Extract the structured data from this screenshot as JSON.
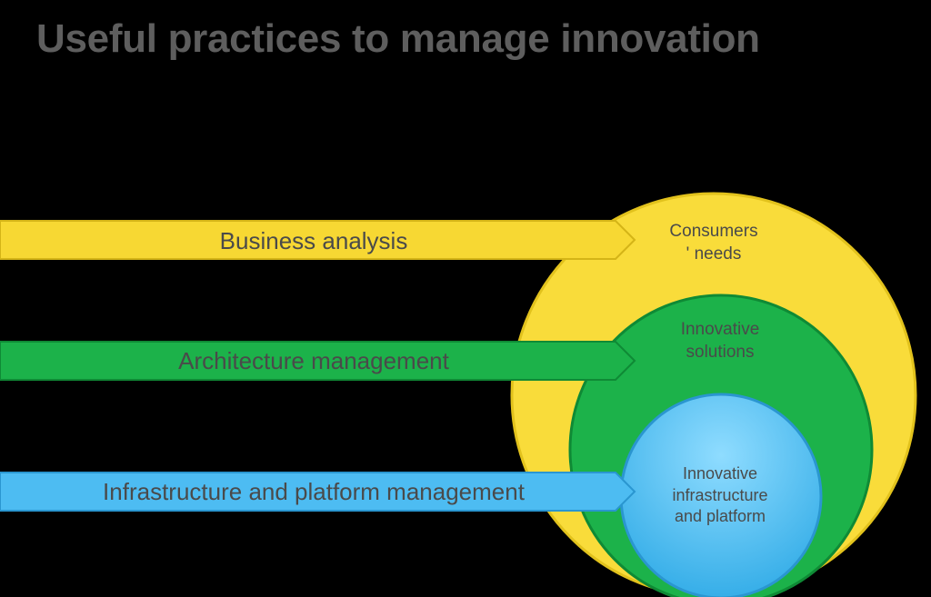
{
  "title": "Useful practices to manage innovation",
  "arrows": [
    {
      "label": "Business analysis",
      "color": "#f7d833",
      "edge": "#d4b417"
    },
    {
      "label": "Architecture management",
      "color": "#1cb24a",
      "edge": "#0f8a35"
    },
    {
      "label": "Infrastructure and platform management",
      "color": "#4dbcf2",
      "edge": "#2a96d0"
    }
  ],
  "circles": [
    {
      "lines": [
        "Consumers",
        "' needs"
      ],
      "color": "#f9dc3a"
    },
    {
      "lines": [
        "Innovative",
        "solutions"
      ],
      "color": "#1cb24a"
    },
    {
      "lines": [
        "Innovative",
        "infrastructure",
        "and platform"
      ],
      "color": "#5cc4f5"
    }
  ]
}
